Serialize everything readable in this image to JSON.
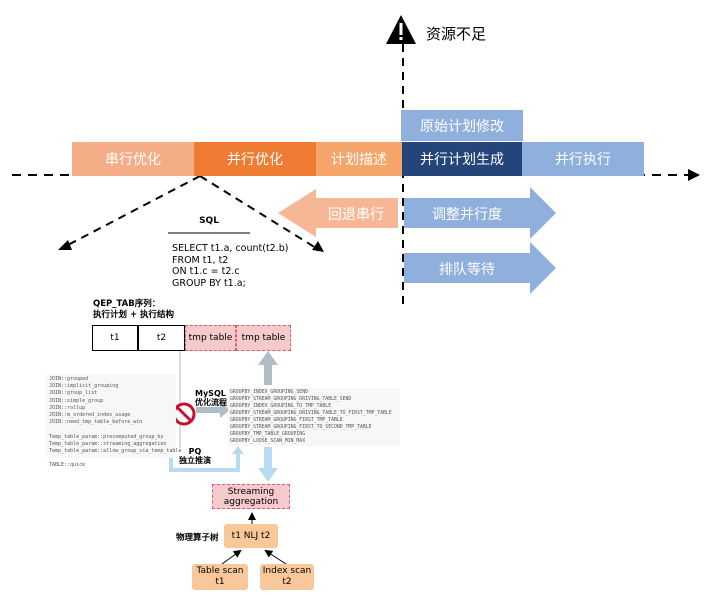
{
  "alert": {
    "label": "资源不足",
    "icon": "warning-icon"
  },
  "stages": {
    "serial_opt": "串行优化",
    "parallel_opt": "并行优化",
    "plan_describe": "计划描述",
    "parallel_plan_gen": "并行计划生成",
    "parallel_exec": "并行执行",
    "original_plan_modify": "原始计划修改"
  },
  "actions": {
    "fallback_serial": "回退串行",
    "adjust_parallelism": "调整并行度",
    "queue_wait": "排队等待"
  },
  "sql": {
    "title": "SQL",
    "lines": [
      "SELECT t1.a, count(t2.b)",
      "FROM t1, t2",
      "ON t1.c = t2.c",
      "GROUP BY t1.a;"
    ]
  },
  "qep": {
    "title_line1": "QEP_TAB序列：",
    "title_line2": "执行计划 + 执行结构",
    "cells": [
      "t1",
      "t2",
      "tmp table",
      "tmp table"
    ]
  },
  "join_fields": "JOIN::grouped\nJOIN::implicit_grouping\nJOIN::group_list\nJOIN::simple_group\nJOIN::rollup\nJOIN::m_ordered_index_usage\nJOIN::need_tmp_table_before_win\n\nTemp_table_param::precomputed_group_by\nTemp_table_param::streaming_aggregation\nTemp_table_param::allow_group_via_temp_table\n\nTABLE::quick",
  "groupby_strategies": "GROUPBY_INDEX_GROUPING_SEND\nGROUPBY_STREAM_GROUPING_DRIVING_TABLE_SEND\nGROUPBY_INDEX_GROUPING_TO_TMP_TABLE\nGROUPBY_STREAM_GROUPING_DRIVING_TABLE_TO_FIRST_TMP_TABLE\nGROUPBY_STREAM_GROUPING_FIRST_TMP_TABLE\nGROUPBY_STREAM_GROUPING_FIRST_TO_SECOND_TMP_TABLE\nGROUPBY_TMP_TABLE_GROUPING\nGROUPBY_LOOSE_SCAN_MIN_MAX",
  "mysql_flow": {
    "line1": "MySQL",
    "line2": "优化流程"
  },
  "pq_flow": {
    "line1": "PQ",
    "line2": "独立推演"
  },
  "streaming": {
    "line1": "Streaming",
    "line2": "aggregation"
  },
  "phys_tree_label": "物理算子树",
  "ops": {
    "nlj": "t1 NLJ t2",
    "table_scan": {
      "line1": "Table scan",
      "line2": "t1"
    },
    "index_scan": {
      "line1": "Index scan",
      "line2": "t2"
    }
  },
  "colors": {
    "serial": "#f4ad86",
    "parallel": "#ee7d33",
    "describe": "#f5a46a",
    "plan_gen": "#23457a",
    "exec_blue": "#8fb0dd",
    "arrow_orange": "#f6b796",
    "arrow_blue": "#8fb0dd",
    "light_blue": "#b9dbf1",
    "tmp_pink": "#f6c9cc"
  }
}
